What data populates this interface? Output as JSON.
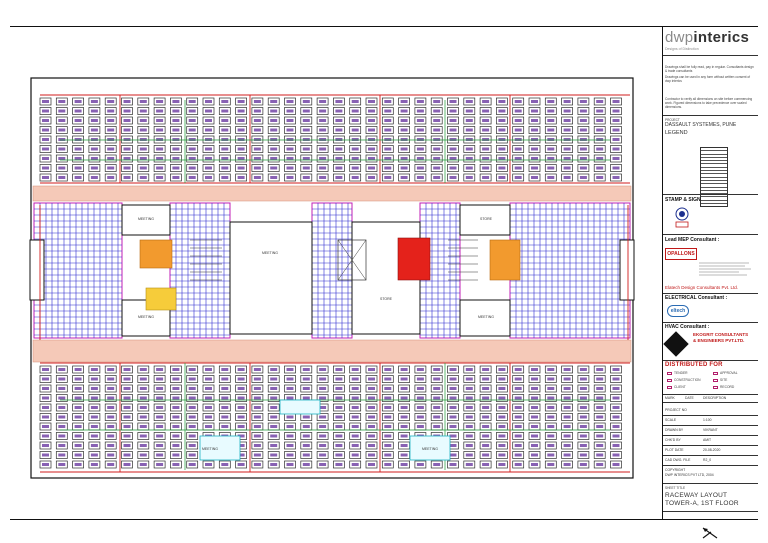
{
  "title_block": {
    "brand_prefix": "dwp",
    "brand_name": "interics",
    "brand_tagline": "Designs of Distinction",
    "notes_1": "Drawings shall be fully read, pay in regular. Consultants design & trade consultants",
    "notes_2": "Drawings can be used in any form without written consent of dwp interics",
    "notes_3": "Contractor to verify all dimensions on site before commencing work. Figured dimensions to take precedence over scaled dimensions.",
    "project_label": "PROJECT",
    "project_name": "DASSAULT SYSTEMES, PUNE",
    "legend_label": "LEGEND",
    "stamp_label": "STAMP & SIGN",
    "lead_mep_label": "Lead MEP Consultant :",
    "lead_mep_logo": "OPALLONS",
    "lead_mep_name": "Elatech Design Consultants Pvt. Ltd.",
    "electrical_label": "ELECTRICAL Consultant :",
    "electrical_logo": "eltech",
    "hvac_label": "HVAC Consultant :",
    "hvac_name_1": "EKOGRIT CONSULTANTS",
    "hvac_name_2": "& ENGINEERS PVT.LTD.",
    "distributed_label": "DISTRIBUTED FOR",
    "dist_items": [
      "TENDER",
      "APPROVAL",
      "CONSTRUCTION",
      "SITE",
      "CLIENT",
      "RECORD"
    ],
    "revision_headers": [
      "MARK",
      "DATE",
      "DESCRIPTION"
    ],
    "project_no_label": "PROJECT NO",
    "scale_label": "SCALE",
    "scale_value": "1:100",
    "drawn_label": "DRAWN BY",
    "drawn_value": "VIKRANT",
    "checked_label": "CHK'D BY",
    "checked_value": "AMIT",
    "plot_label": "PLOT DATE",
    "plot_value": "20-08-2020",
    "cad_label": "CAD DWG. FILE",
    "cad_value": "R2_0",
    "copyright_label": "COPYRIGHT",
    "copyright_value": "DWP INTERICS PVT LTD, 2004",
    "sheet_title_label": "SHEET TITLE",
    "sheet_title_1": "RACEWAY LAYOUT",
    "sheet_title_2": "TOWER-A, 1ST FLOOR"
  },
  "plan": {
    "room_labels": [
      "MEETING",
      "MEETING",
      "STORE",
      "MEETING",
      "MEETING",
      "STORE",
      "MEETING",
      "MEETING"
    ],
    "colors": {
      "wall": "#111111",
      "desk": "#2e2e2e",
      "chair": "#6a3aa0",
      "raceway_red": "#d21c1c",
      "raceway_green": "#1f9a36",
      "corridor": "#f5c9b8",
      "ceiling_grid": "#2f2bd0",
      "accent_magenta": "#c11fb4",
      "orange_zone": "#f29a2e",
      "yellow_zone": "#f6cc3a",
      "red_zone": "#e4221b",
      "cyan_fixture": "#1ab4c4"
    }
  }
}
